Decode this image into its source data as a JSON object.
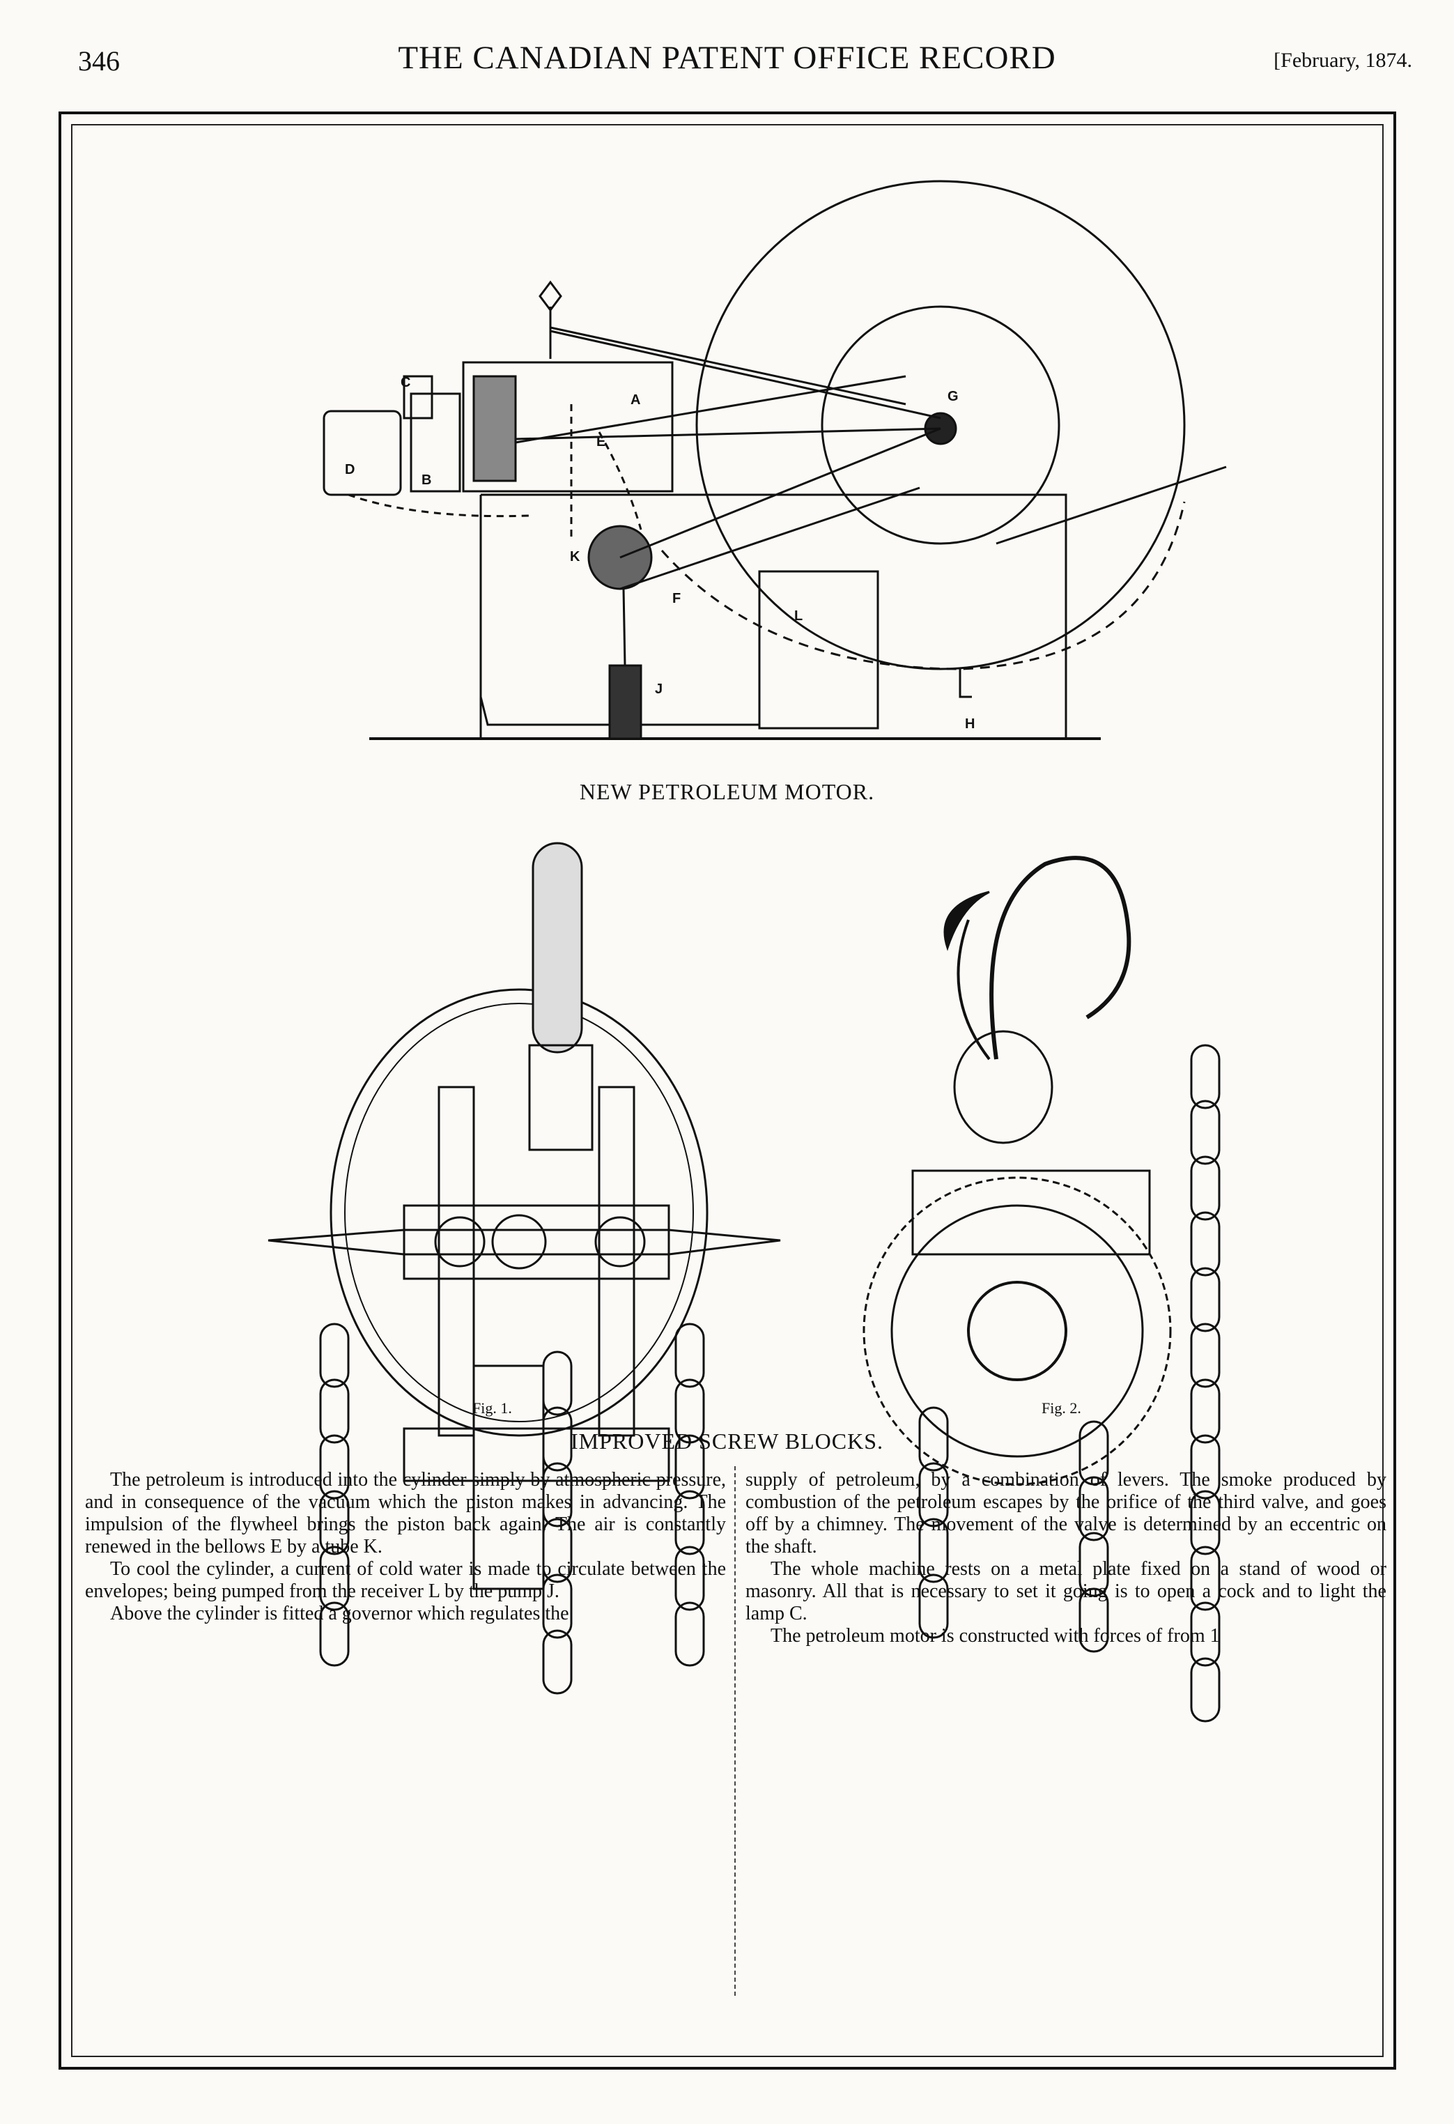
{
  "header": {
    "page_number": "346",
    "journal_title": "THE CANADIAN PATENT OFFICE RECORD",
    "date": "[February, 1874."
  },
  "motor": {
    "caption": "NEW PETROLEUM MOTOR.",
    "labels": {
      "A": "A",
      "B": "B",
      "C": "C",
      "D": "D",
      "E": "E",
      "F": "F",
      "G": "G",
      "H": "H",
      "J": "J",
      "K": "K",
      "L": "L"
    }
  },
  "blocks": {
    "fig1_label": "Fig. 1.",
    "fig2_label": "Fig. 2.",
    "caption": "IMPROVED SCREW BLOCKS."
  },
  "article": {
    "left_column": [
      "The petroleum is introduced into the cylinder simply by atmospheric pressure, and in consequence of the vacuum which the piston makes in advancing. The impulsion of the flywheel brings the piston back again. The air is constantly renewed in the bellows E by a tube K.",
      "To cool the cylinder, a current of cold water is made to circulate between the envelopes; being pumped from the receiver L by the pump J.",
      "Above the cylinder is fitted a governor which regulates the"
    ],
    "right_column": [
      "supply of petroleum, by a combination of levers. The smoke produced by combustion of the petroleum escapes by the orifice of the third valve, and goes off by a chimney. The movement of the valve is determined by an eccentric on the shaft.",
      "The whole machine rests on a metal plate fixed on a stand of wood or masonry. All that is necessary to set it going is to open a cock and to light the lamp C.",
      "The petroleum motor is constructed with forces of from 1"
    ]
  }
}
